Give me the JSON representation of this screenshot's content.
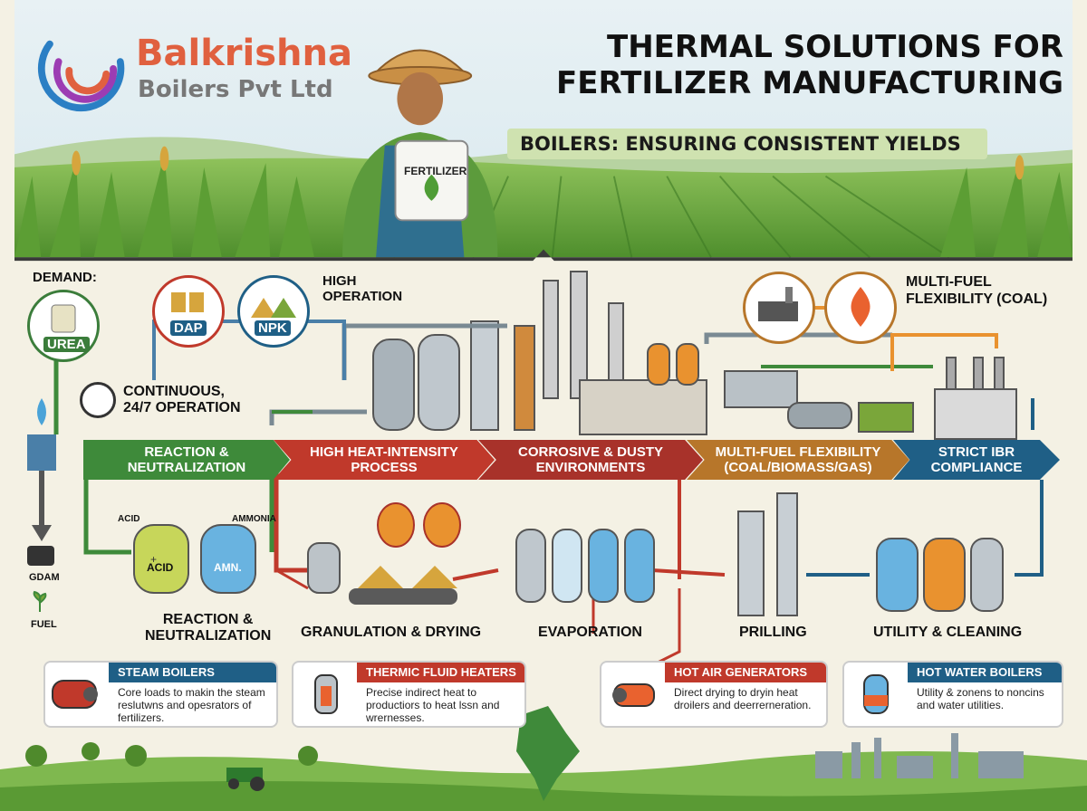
{
  "header": {
    "logo_name": "Balkrishna",
    "logo_sub": "Boilers Pvt Ltd",
    "title_line1": "THERMAL SOLUTIONS FOR",
    "title_line2": "FERTILIZER MANUFACTURING",
    "banner": "BOILERS: ENSURING CONSISTENT YIELDS",
    "bag_label": "FERTILIZER"
  },
  "demand": {
    "label": "DEMAND:",
    "items": [
      "UREA",
      "DAP",
      "NPK"
    ],
    "high_operation": "HIGH\nOPERATION",
    "multi_fuel": "MULTI-FUEL\nFLEXIBILITY (COAL)",
    "continuous": "CONTINUOUS,\n24/7 OPERATION"
  },
  "side_labels": [
    "GDAM",
    "FUEL"
  ],
  "reactor": {
    "acid_label": "ACID",
    "ammonia_label": "AMMONIA",
    "tank1": "ACID",
    "tank2": "AMN."
  },
  "chevrons": [
    {
      "text": "REACTION &\nNEUTRALIZATION",
      "color": "#3e8a3a"
    },
    {
      "text": "HIGH HEAT-INTENSITY\nPROCESS",
      "color": "#c0392b"
    },
    {
      "text": "CORROSIVE & DUSTY\nENVIRONMENTS",
      "color": "#a8322a"
    },
    {
      "text": "MULTI-FUEL FLEXIBILITY\n(COAL/BIOMASS/GAS)",
      "color": "#b7762a"
    },
    {
      "text": "STRICT IBR\nCOMPLIANCE",
      "color": "#1f5f86"
    }
  ],
  "steps": [
    "REACTION &\nNEUTRALIZATION",
    "GRANULATION & DRYING",
    "EVAPORATION",
    "PRILLING",
    "UTILITY & CLEANING"
  ],
  "cards": [
    {
      "title": "STEAM BOILERS",
      "desc": "Core loads to makin the steam reslutwns and opesrators of fertilizers.",
      "color": "#1f5f86"
    },
    {
      "title": "THERMIC FLUID HEATERS",
      "desc": "Precise indirect heat to productiors to heat lssn and wrernesses.",
      "color": "#c0392b"
    },
    {
      "title": "HOT AIR GENERATORS",
      "desc": "Direct drying to dryin heat droilers and deerrerneration.",
      "color": "#c0392b"
    },
    {
      "title": "HOT WATER BOILERS",
      "desc": "Utility & zonens to noncins and water utilities.",
      "color": "#1f5f86"
    }
  ]
}
